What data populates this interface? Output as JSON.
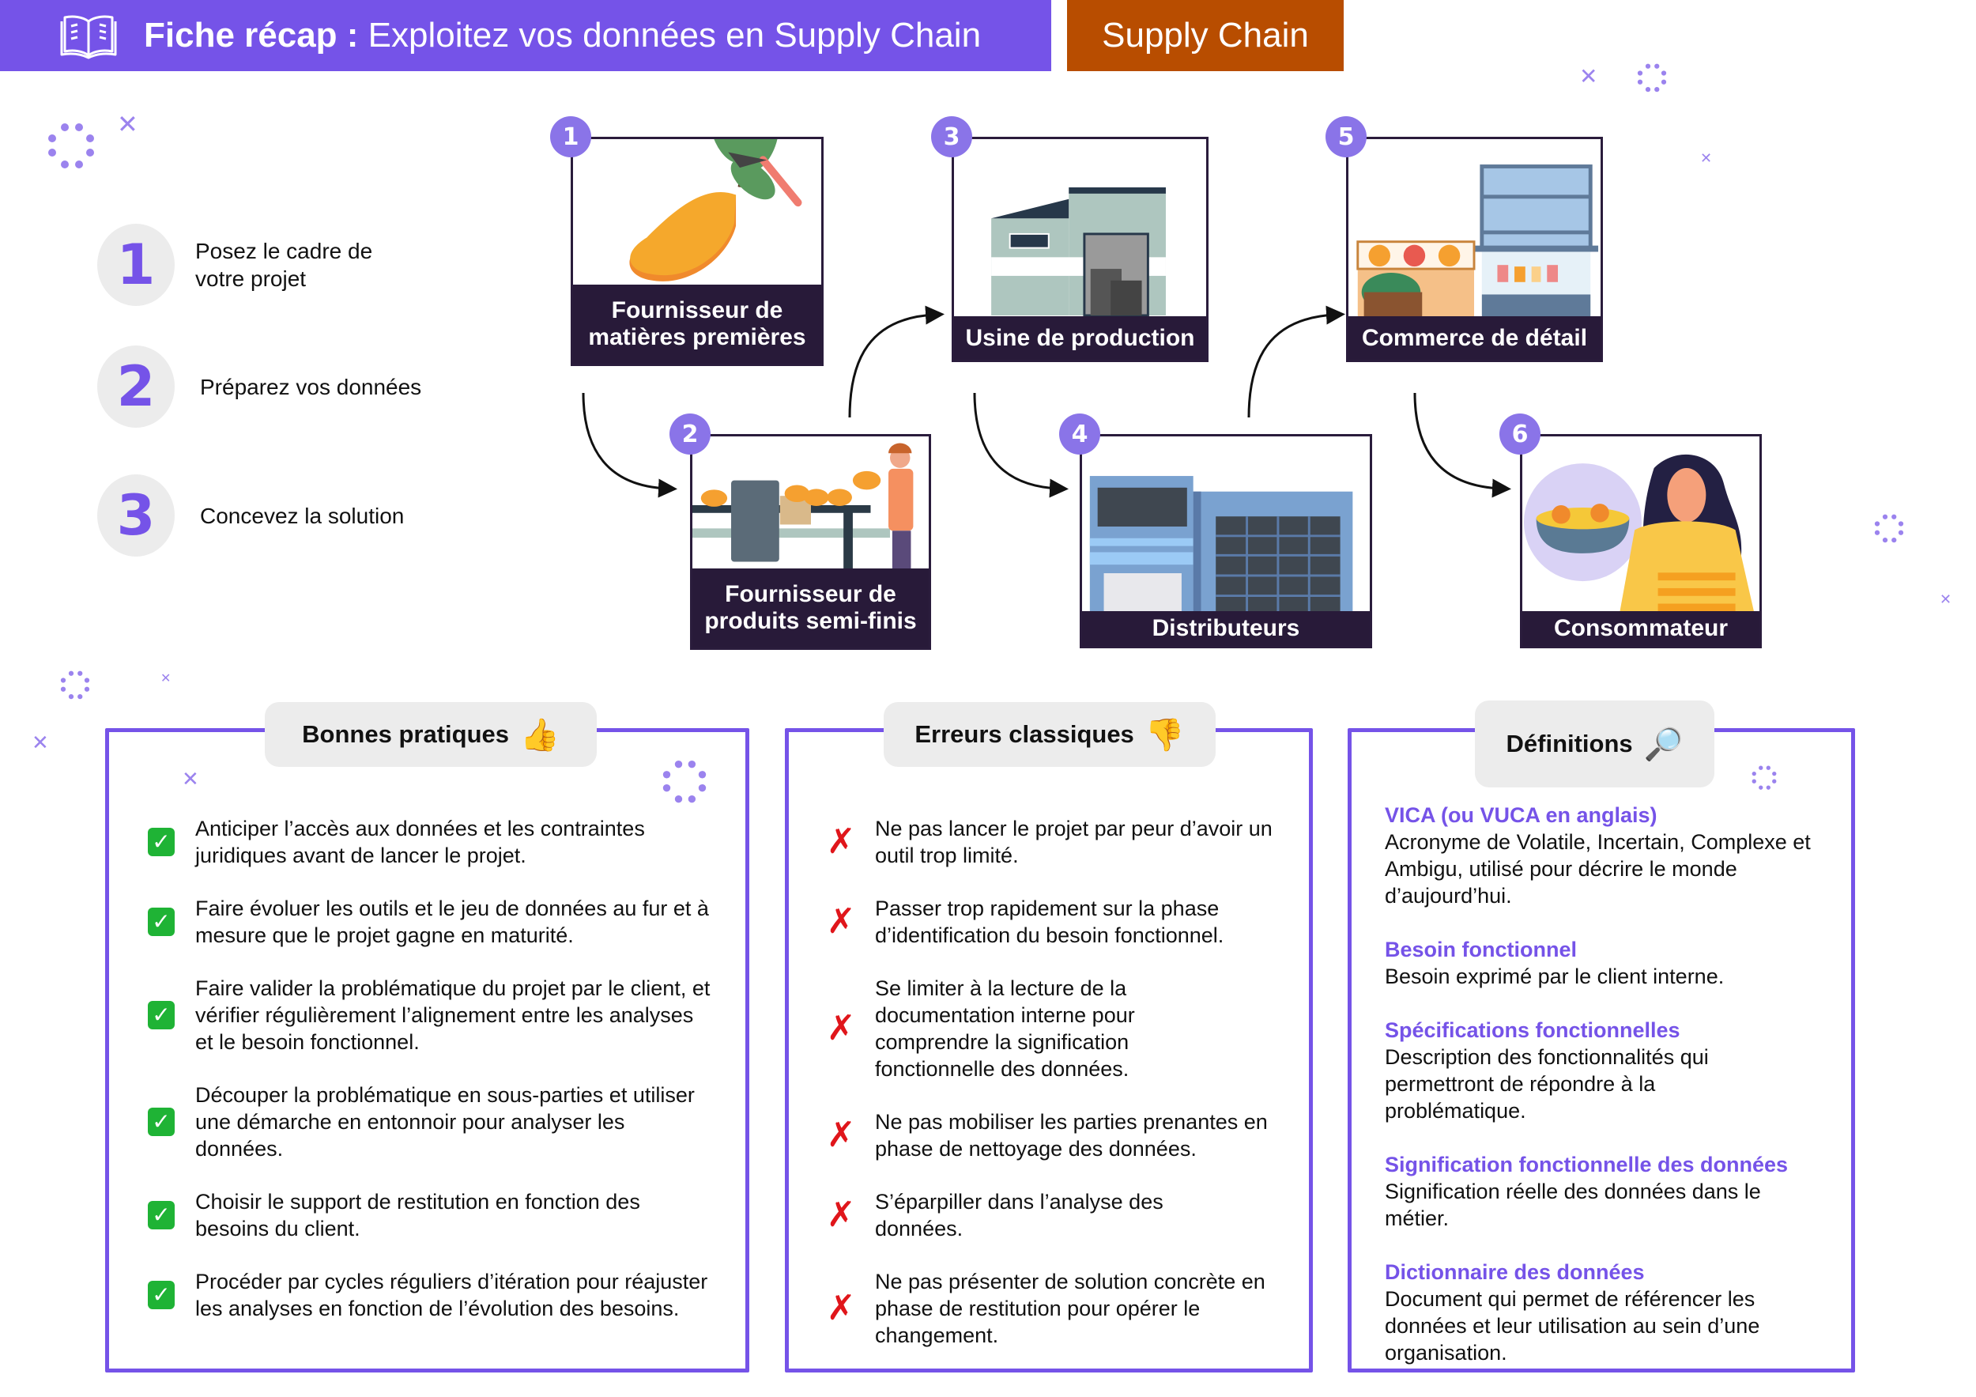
{
  "header": {
    "title_bold": "Fiche récap :",
    "title_rest": " Exploitez vos données en Supply Chain",
    "tag": "Supply Chain",
    "icon": "open-book-icon",
    "colors": {
      "primary": "#7553e8",
      "tag": "#b84d00"
    }
  },
  "steps": [
    {
      "number": "1",
      "label": "Posez le cadre de votre projet"
    },
    {
      "number": "2",
      "label": "Préparez vos données"
    },
    {
      "number": "3",
      "label": "Concevez la solution"
    }
  ],
  "supply_chain": [
    {
      "number": "1",
      "label": "Fournisseur de matières premières",
      "illustration": "mango-branch"
    },
    {
      "number": "2",
      "label": "Fournisseur de produits semi-finis",
      "illustration": "conveyor-worker"
    },
    {
      "number": "3",
      "label": "Usine de production",
      "illustration": "factory"
    },
    {
      "number": "4",
      "label": "Distributeurs",
      "illustration": "warehouse"
    },
    {
      "number": "5",
      "label": "Commerce de détail",
      "illustration": "grocery-store"
    },
    {
      "number": "6",
      "label": "Consommateur",
      "illustration": "woman-fruit-bowl"
    }
  ],
  "panels": {
    "good": {
      "title": "Bonnes pratiques",
      "emoji": "👍",
      "items": [
        "Anticiper l’accès aux données et les contraintes juridiques avant de lancer le projet.",
        "Faire évoluer les outils et le jeu de données au fur et à mesure que le projet gagne en maturité.",
        "Faire valider la problématique du projet par le client, et vérifier régulièrement l’alignement entre les analyses et le besoin fonctionnel.",
        "Découper la problématique en sous-parties et utiliser une démarche en entonnoir pour analyser les données.",
        "Choisir le support de restitution en fonction des besoins du client.",
        "Procéder par cycles réguliers d’itération pour réajuster les analyses en fonction de l’évolution des besoins."
      ],
      "mark": "✓"
    },
    "bad": {
      "title": "Erreurs classiques",
      "emoji": "👎",
      "items": [
        "Ne pas lancer le projet par peur d’avoir un outil trop limité.",
        "Passer trop rapidement sur la phase d’identification du besoin fonctionnel.",
        "Se limiter à la lecture de la documentation interne pour comprendre la signification fonctionnelle des données.",
        "Ne pas mobiliser les parties prenantes en phase de nettoyage des données.",
        "S’éparpiller dans l’analyse des données.",
        "Ne pas présenter de solution concrète en phase de restitution pour opérer le changement."
      ],
      "mark": "✗"
    },
    "defs": {
      "title": "Définitions",
      "emoji": "🔎",
      "items": [
        {
          "term": "VICA (ou VUCA en anglais)",
          "definition": "Acronyme de Volatile, Incertain, Complexe et Ambigu, utilisé pour décrire le monde d’aujourd’hui."
        },
        {
          "term": "Besoin fonctionnel",
          "definition": "Besoin exprimé par le client interne."
        },
        {
          "term": "Spécifications fonctionnelles",
          "definition": "Description des fonctionnalités qui permettront de répondre à la problématique."
        },
        {
          "term": "Signification fonctionnelle des données",
          "definition": "Signification réelle des données dans le métier."
        },
        {
          "term": "Dictionnaire des données",
          "definition": "Document qui permet de référencer les données et leur utilisation au sein d’une organisation."
        }
      ]
    }
  }
}
